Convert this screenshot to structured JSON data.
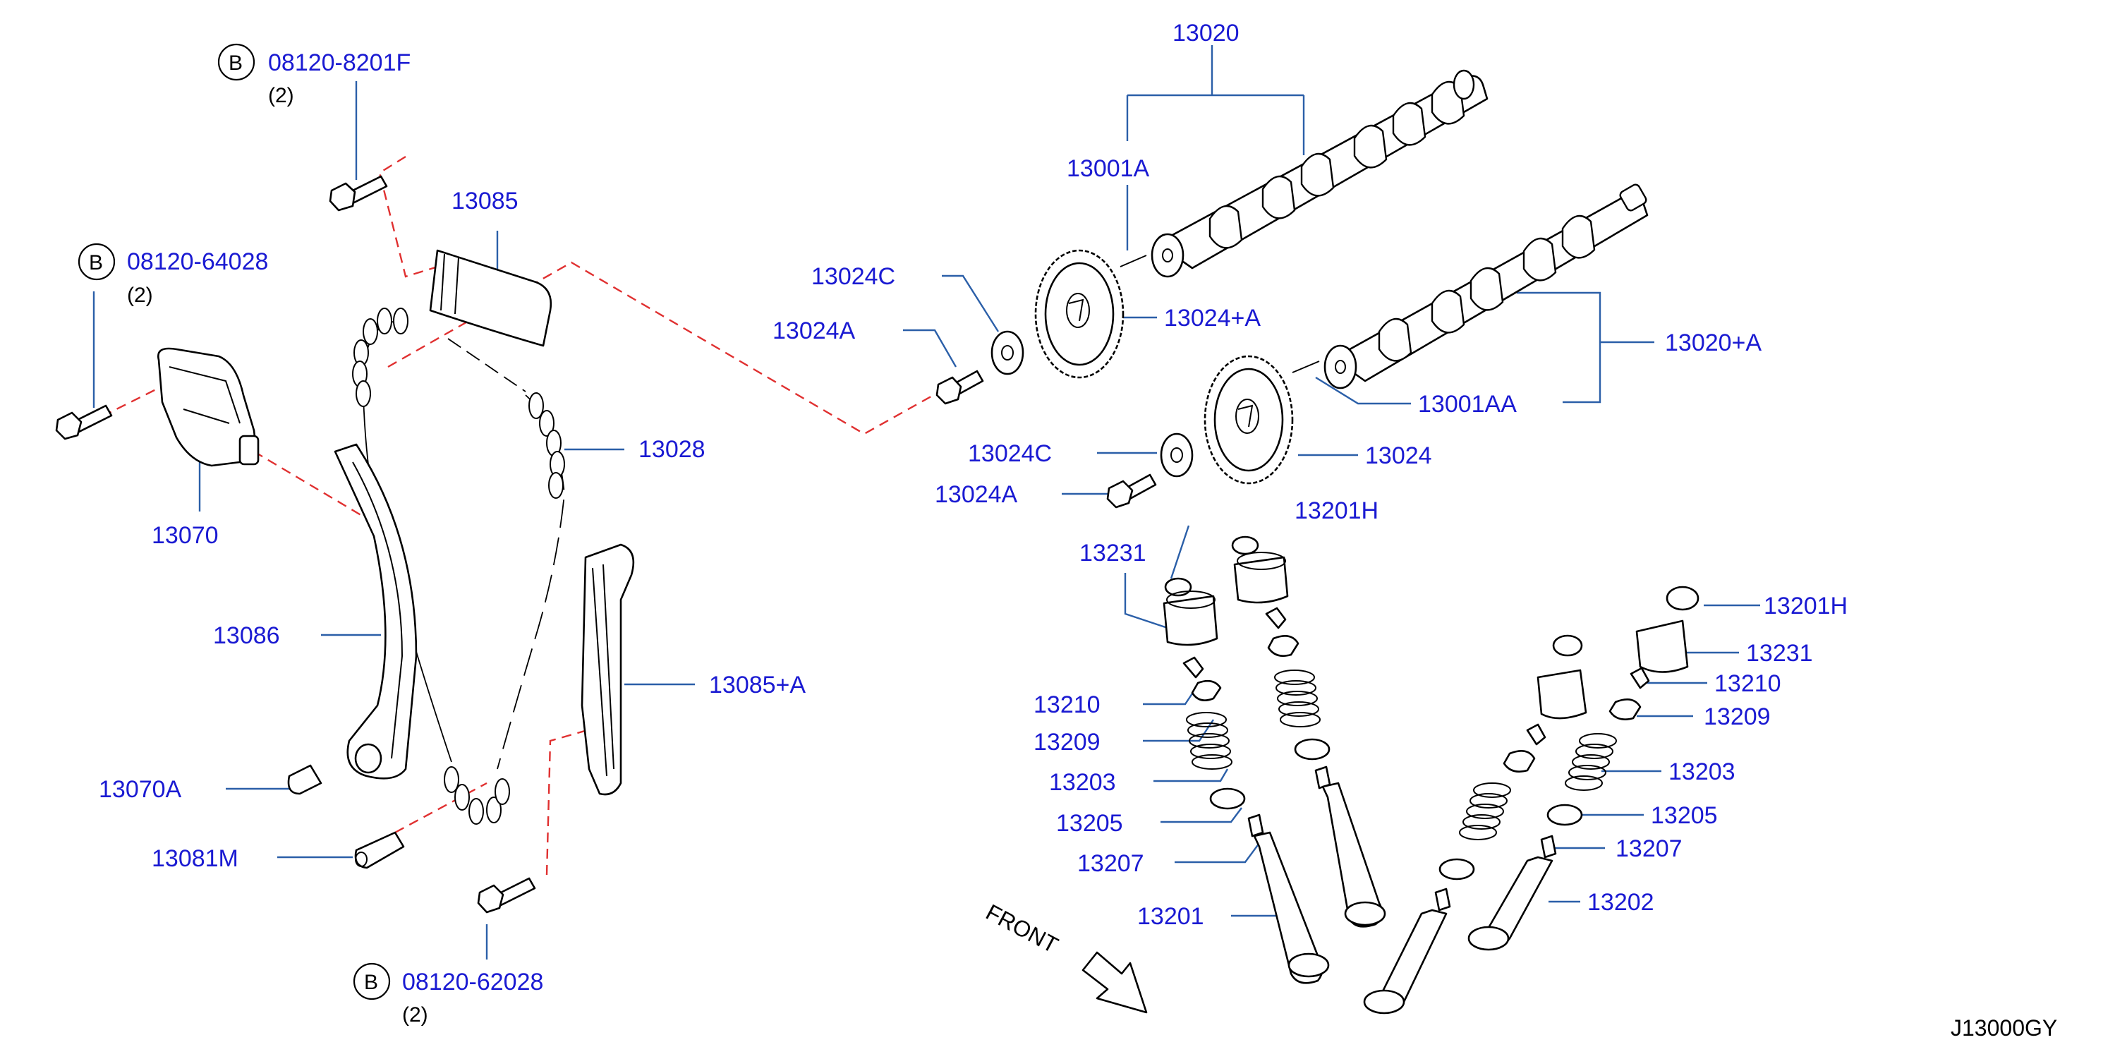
{
  "diagram_code": "J13000GY",
  "front_label": "FRONT",
  "bolts": [
    {
      "mark": "B",
      "part": "08120-8201F",
      "qty": "(2)"
    },
    {
      "mark": "B",
      "part": "08120-64028",
      "qty": "(2)"
    },
    {
      "mark": "B",
      "part": "08120-62028",
      "qty": "(2)"
    }
  ],
  "labels": {
    "p13020": "13020",
    "p13001A": "13001A",
    "p13024C_1": "13024C",
    "p13024A_1": "13024A",
    "p13024pA": "13024+A",
    "p13020pA": "13020+A",
    "p13001AA": "13001AA",
    "p13024C_2": "13024C",
    "p13024A_2": "13024A",
    "p13024": "13024",
    "p13085": "13085",
    "p13028": "13028",
    "p13070": "13070",
    "p13086": "13086",
    "p13085pA": "13085+A",
    "p13070A": "13070A",
    "p13081M": "13081M",
    "p13201H_1": "13201H",
    "p13231_1": "13231",
    "p13210_1": "13210",
    "p13209_1": "13209",
    "p13203_1": "13203",
    "p13205_1": "13205",
    "p13207_1": "13207",
    "p13201": "13201",
    "p13201H_2": "13201H",
    "p13231_2": "13231",
    "p13210_2": "13210",
    "p13209_2": "13209",
    "p13203_2": "13203",
    "p13205_2": "13205",
    "p13207_2": "13207",
    "p13202": "13202"
  }
}
